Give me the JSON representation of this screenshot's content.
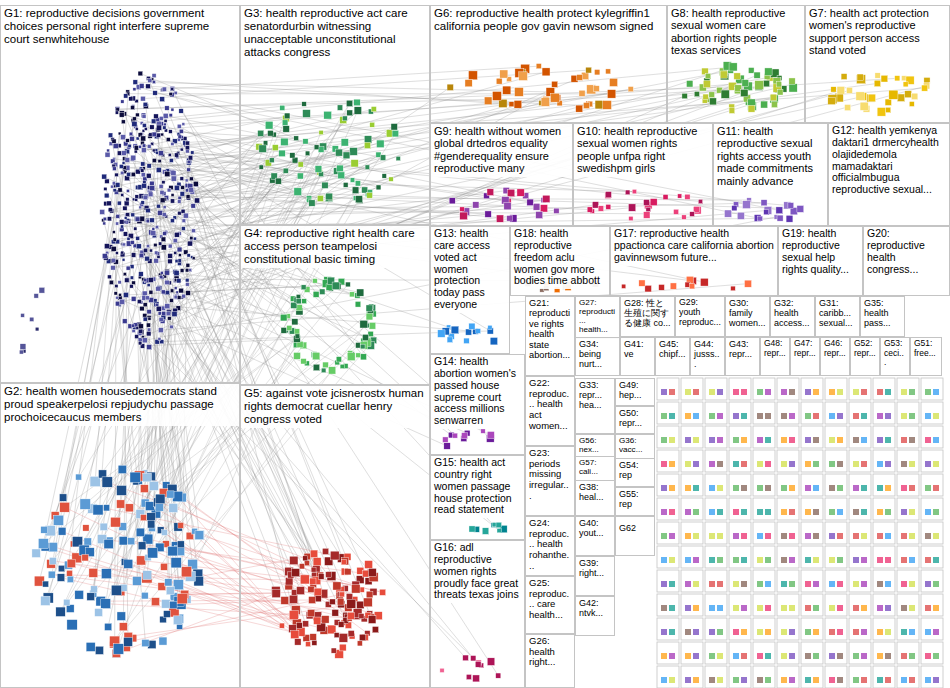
{
  "diagram": {
    "nodes": [
      {
        "text": [
          "G1: reproductive decisions government choices personal right interfere supreme court senwhitehouse"
        ]
      },
      {
        "text": [
          "G3: health reproductive act care senatordurbin witnessing unacceptable unconstitutional attacks congress"
        ]
      },
      {
        "text": [
          "G6: reproductive health protect kylegriffin1 california people gov gavin newsom signed"
        ]
      },
      {
        "text": [
          "G8: health reproductive sexual women care abortion rights people texas services"
        ]
      },
      {
        "text": [
          "G7: health act protection women's reproductive support person access stand voted"
        ]
      },
      {
        "text": [
          "G9: health without women global drtedros equality #genderequality ensure reproductive many"
        ]
      },
      {
        "text": [
          "G10: health reproductive sexual women rights people unfpa right swedishpm girls"
        ]
      },
      {
        "text": [
          "G11: health reproductive sexual rights access youth made commitments mainly advance"
        ]
      },
      {
        "text": [
          "G12: health yemkenya daktari1 drmercyhealth olajidedemola mamadaktari officialmbugua reproductive sexual..."
        ]
      },
      {
        "text": [
          "G4: reproductive right health care access person teampelosi constitutional basic timing"
        ]
      },
      {
        "text": [
          "G13: health care access voted act women protection today pass everyone"
        ]
      },
      {
        "text": [
          "G18: health reproductive freedom aclu women gov more bodies time abbott"
        ]
      },
      {
        "text": [
          "G17: reproductive health ppactionca care california abortion gavinnewsom future..."
        ]
      },
      {
        "text": [
          "G19: health reproductive sexual help rights quality..."
        ]
      },
      {
        "text": [
          "G20: reproductive health congress..."
        ]
      },
      {
        "text": [
          "G21: reproductive rights health state abortion..."
        ]
      },
      {
        "text": [
          "G27: reproducti... health..."
        ]
      },
      {
        "text": [
          "G28: 性と生殖に関する健康 co..."
        ]
      },
      {
        "text": [
          "G29: youth reproduc..."
        ]
      },
      {
        "text": [
          "G30: family women..."
        ]
      },
      {
        "text": [
          "G32: health access..."
        ]
      },
      {
        "text": [
          "G31: caribb... sexual..."
        ]
      },
      {
        "text": [
          "G35: health pass..."
        ]
      },
      {
        "text": [
          "G14: health abortion women's passed house supreme court access millions senwarren"
        ]
      },
      {
        "text": [
          "G34: being nurt..."
        ]
      },
      {
        "text": [
          "G41: ve"
        ]
      },
      {
        "text": [
          "G45: chipf..."
        ]
      },
      {
        "text": [
          "G44: jusss..."
        ]
      },
      {
        "text": [
          "G43: repr..."
        ]
      },
      {
        "text": [
          "G48: repr..."
        ]
      },
      {
        "text": [
          "G47: repr..."
        ]
      },
      {
        "text": [
          "G46: repr..."
        ]
      },
      {
        "text": [
          "G52: repr..."
        ]
      },
      {
        "text": [
          "G53: ceci..."
        ]
      },
      {
        "text": [
          "G51: free..."
        ]
      },
      {
        "text": [
          "G22: reproduc... health act women..."
        ]
      },
      {
        "text": [
          "G33: repr... hea..."
        ]
      },
      {
        "text": [
          "G49: hep..."
        ]
      },
      {
        "text": [
          "G50: repr..."
        ]
      },
      {
        "text": [
          "G2: health women housedemocrats stand proud speakerpelosi repjudychu passage prochoicecaucus members"
        ]
      },
      {
        "text": [
          "G23: periods missing irregular..."
        ]
      },
      {
        "text": [
          "G36: vacc..."
        ]
      },
      {
        "text": [
          "G56: nex..."
        ]
      },
      {
        "text": [
          "G57: cali..."
        ]
      },
      {
        "text": [
          "G38: heal..."
        ]
      },
      {
        "text": [
          "G54: rep"
        ]
      },
      {
        "text": [
          "G55: rep"
        ]
      },
      {
        "text": [
          "G15: health act country right women passage house protection read statement"
        ]
      },
      {
        "text": [
          "G24: reproduc... health rohanthe..."
        ]
      },
      {
        "text": [
          "G40: yout..."
        ]
      },
      {
        "text": [
          "G62"
        ]
      },
      {
        "text": [
          "G16: adl reproductive women rights proudly face great threats texas joins"
        ]
      },
      {
        "text": [
          "G39: right..."
        ]
      },
      {
        "text": [
          "G42: ntvk..."
        ]
      },
      {
        "text": [
          "G25: reproduc... care health..."
        ]
      },
      {
        "text": [
          "G26: health right..."
        ]
      },
      {
        "text": [
          "G5: against vote jcisnerostx human rights democrat cuellar henry congress voted"
        ]
      }
    ]
  }
}
